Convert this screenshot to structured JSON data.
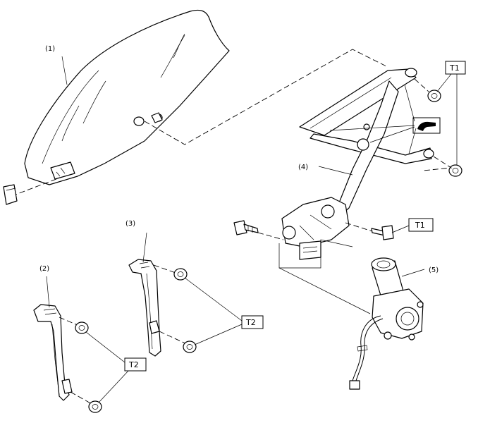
{
  "callouts": {
    "glass": "(1)",
    "rear_rail": "(2)",
    "front_rail": "(3)",
    "regulator": "(4)",
    "motor": "(5)"
  },
  "torque_labels": {
    "t1_top": "T1",
    "t1_bolt": "T1",
    "t2_front": "T2",
    "t2_rear": "T2"
  },
  "icons": [
    "grease-icon"
  ]
}
